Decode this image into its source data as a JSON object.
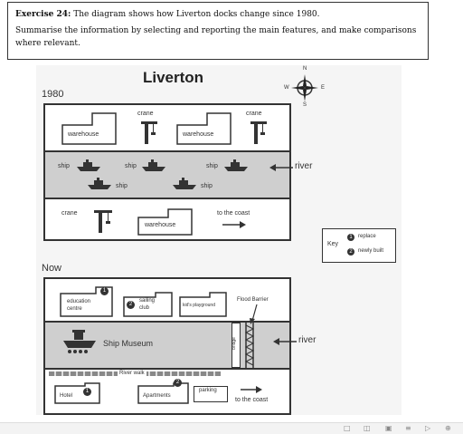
{
  "task": {
    "exercise_label": "Exercise 24:",
    "exercise_text": "The diagram shows how Liverton docks change since 1980.",
    "instruction": "Summarise the information by selecting and reporting the main features, and make comparisons where relevant."
  },
  "map": {
    "title": "Liverton",
    "year_1980": "1980",
    "year_now": "Now",
    "compass": {
      "n": "N",
      "s": "S",
      "e": "E",
      "w": "W"
    },
    "labels_1980": {
      "crane": "crane",
      "warehouse": "warehouse",
      "ship": "ship",
      "river": "river",
      "to_the_coast": "to the coast"
    },
    "labels_now": {
      "education_centre": "education centre",
      "sailing_club": "sailing club",
      "kids_playground": "kid's playground",
      "flood_barrier": "Flood Barrier",
      "ship_museum": "Ship Museum",
      "bridge": "bridge",
      "river": "river",
      "river_walk": "River walk",
      "hotel": "Hotel",
      "apartments": "Apartments",
      "parking": "parking",
      "to_the_coast": "to the coast"
    },
    "key": {
      "title": "Key",
      "items": [
        {
          "num": "1",
          "text": "replace"
        },
        {
          "num": "2",
          "text": "newly built"
        }
      ]
    }
  },
  "toolbar": {
    "icons": [
      "comment-icon",
      "copy-icon",
      "slideshow-icon",
      "list-icon",
      "play-icon",
      "zoom-icon"
    ]
  }
}
